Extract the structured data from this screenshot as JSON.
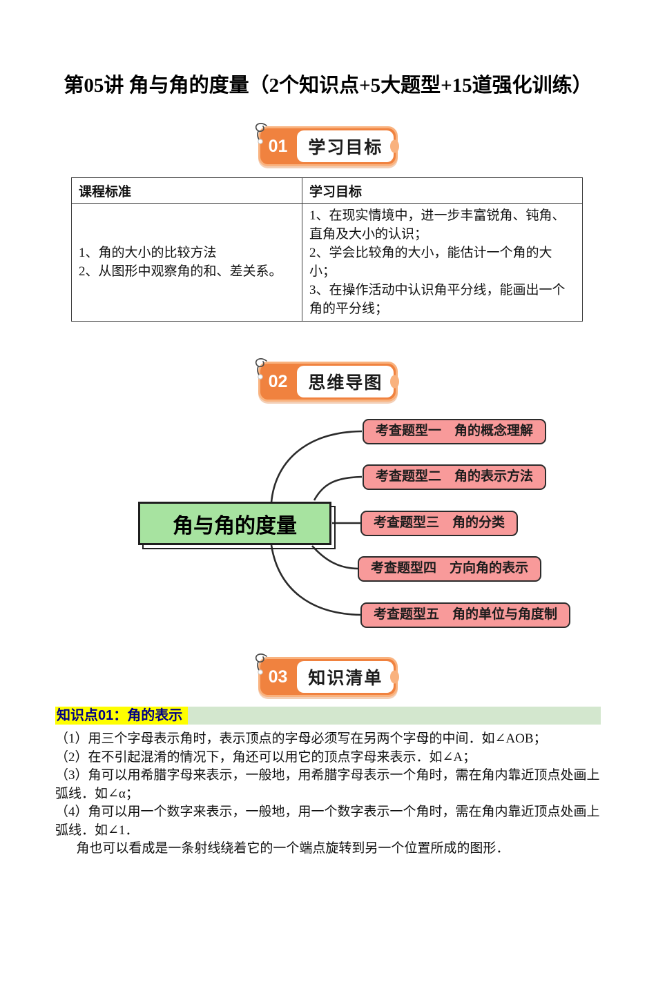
{
  "title": "第05讲 角与角的度量（2个知识点+5大题型+15道强化训练）",
  "sections": [
    {
      "num": "01",
      "label": "学习目标"
    },
    {
      "num": "02",
      "label": "思维导图"
    },
    {
      "num": "03",
      "label": "知识清单"
    }
  ],
  "table": {
    "headers": [
      "课程标准",
      "学习目标"
    ],
    "course_standard": [
      "1、角的大小的比较方法",
      "2、从图形中观察角的和、差关系。"
    ],
    "learning_goals": [
      "1、在现实情境中，进一步丰富锐角、钝角、直角及大小的认识；",
      "2、学会比较角的大小，能估计一个角的大小；",
      "3、在操作活动中认识角平分线，能画出一个角的平分线；"
    ]
  },
  "mindmap": {
    "center": "角与角的度量",
    "branches": [
      "考查题型一　角的概念理解",
      "考查题型二　角的表示方法",
      "考查题型三　角的分类",
      "考查题型四　方向角的表示",
      "考查题型五　角的单位与角度制"
    ]
  },
  "knowledge": {
    "heading": "知识点01：角的表示",
    "paragraphs": [
      "（1）用三个字母表示角时，表示顶点的字母必须写在另两个字母的中间．如∠AOB；",
      "（2）在不引起混淆的情况下，角还可以用它的顶点字母来表示．如∠A；",
      "（3）角可以用希腊字母来表示，一般地，用希腊字母表示一个角时，需在角内靠近顶点处画上弧线．如∠α；",
      "（4）角可以用一个数字来表示，一般地，用一个数字表示一个角时，需在角内靠近顶点处画上弧线．如∠1．",
      "角也可以看成是一条射线绕着它的一个端点旋转到另一个位置所成的图形．"
    ]
  },
  "colors": {
    "accent_orange": "#F0823F",
    "accent_orange_light": "#F9B27E",
    "branch_pink": "#F89A9A",
    "center_green": "#A7E3A0",
    "banner_green": "#D3E7CE",
    "highlight_yellow": "#FEFE00",
    "heading_navy": "#000085"
  }
}
